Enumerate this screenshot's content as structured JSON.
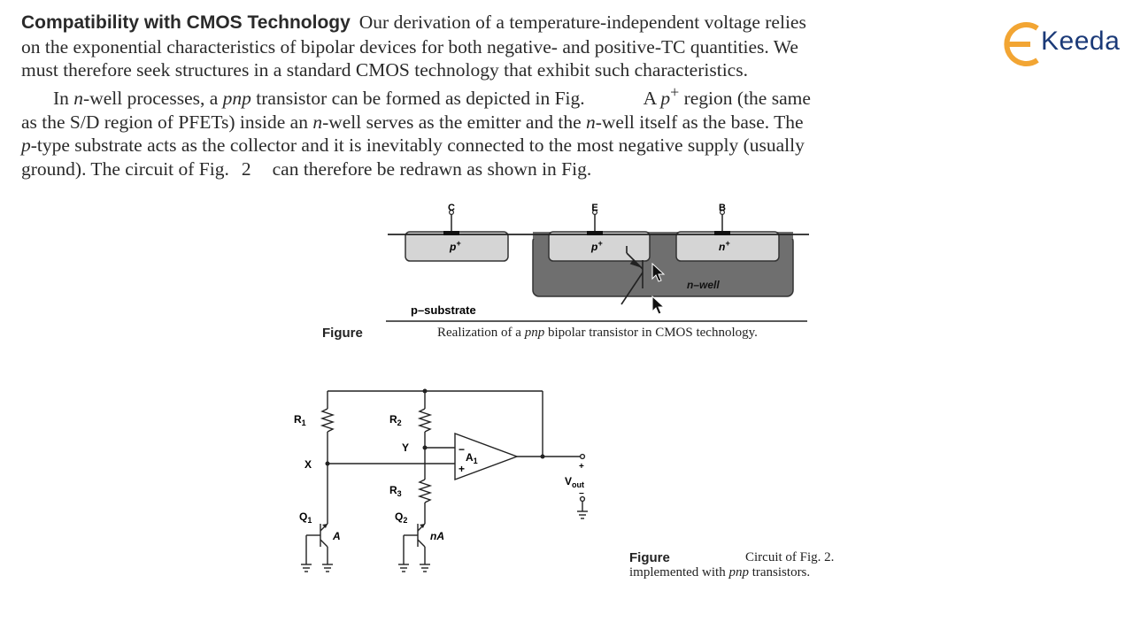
{
  "paragraph1": {
    "heading": "Compatibility with CMOS Technology",
    "line1": "Our derivation of a temperature-independent voltage relies",
    "line2": "on the exponential characteristics of bipolar devices for both negative- and positive-TC quantities. We",
    "line3": "must therefore seek structures in a standard CMOS technology that exhibit such characteristics."
  },
  "paragraph2": {
    "line1a": "In",
    "line1b": "n",
    "line1c": "-well processes, a",
    "line1d": "pnp",
    "line1e": "transistor can be formed as depicted in Fig.",
    "line1f": "A",
    "line1g": "p",
    "line1h": "+",
    "line1i": "region (the same",
    "line2a": "as the S/D region of PFETs) inside an",
    "line2b": "n",
    "line2c": "-well serves as the emitter and the",
    "line2d": "n",
    "line2e": "-well itself as the base. The",
    "line3a": "p",
    "line3b": "-type substrate acts as the collector and it is inevitably connected to the most negative supply (usually",
    "line4a": "ground). The circuit of Fig.",
    "line4b": "2",
    "line4c": "can therefore be redrawn as shown in Fig."
  },
  "logo": {
    "text": "Keeda",
    "accent_color": "#f2a533",
    "text_color": "#1b3a78"
  },
  "figure1": {
    "terminal_c": "C",
    "terminal_e": "E",
    "terminal_b": "B",
    "region_p1": "p",
    "region_p1_sup": "+",
    "region_p2": "p",
    "region_p2_sup": "+",
    "region_n": "n",
    "region_n_sup": "+",
    "nwell_label": "n–well",
    "substrate_label": "p–substrate",
    "label": "Figure",
    "caption_a": "Realization of a",
    "caption_b": "pnp",
    "caption_c": "bipolar transistor in CMOS technology."
  },
  "figure2": {
    "r1": "R",
    "r1_sub": "1",
    "r2": "R",
    "r2_sub": "2",
    "r3": "R",
    "r3_sub": "3",
    "node_x": "X",
    "node_y": "Y",
    "amp": "A",
    "amp_sub": "1",
    "amp_minus": "−",
    "amp_plus": "+",
    "q1": "Q",
    "q1_sub": "1",
    "q2": "Q",
    "q2_sub": "2",
    "area_a": "A",
    "area_na": "nA",
    "vout": "V",
    "vout_sub": "out",
    "vout_plus": "+",
    "vout_minus": "−",
    "label": "Figure",
    "caption_line1": "Circuit of Fig.   2.",
    "caption_line2a": "implemented with",
    "caption_line2b": "pnp",
    "caption_line2c": "transistors."
  }
}
